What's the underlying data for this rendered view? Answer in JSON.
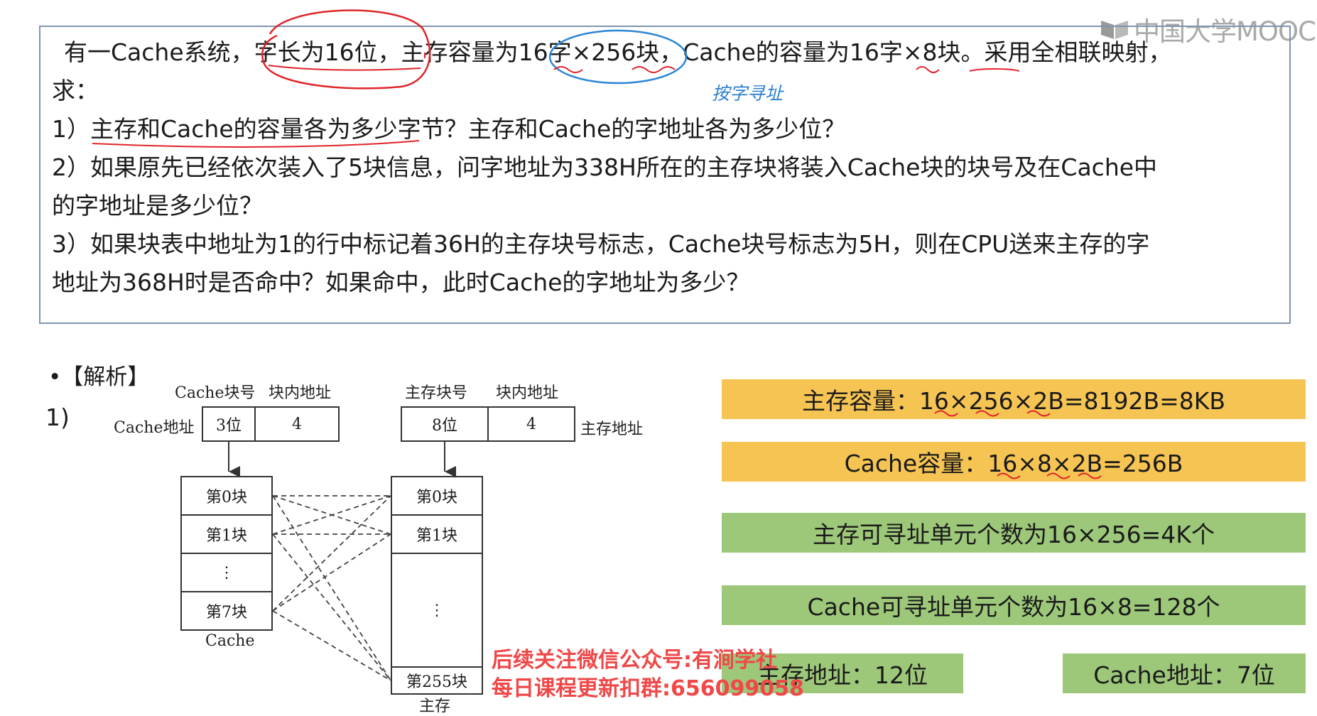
{
  "brand": {
    "logo_text": "中国大学MOOC"
  },
  "question": {
    "lines": [
      "有一Cache系统，字长为16位，主存容量为16字×256块，Cache的容量为16字×8块。采用全相联映射，",
      "求：",
      "1）主存和Cache的容量各为多少字节？主存和Cache的字地址各为多少位？",
      "2）如果原先已经依次装入了5块信息，问字地址为338H所在的主存块将装入Cache块的块号及在Cache中",
      "的字地址是多少位？",
      "3）如果块表中地址为1的行中标记着36H的主存块号标志，Cache块号标志为5H，则在CPU送来主存的字",
      "地址为368H时是否命中？如果命中，此时Cache的字地址为多少？"
    ],
    "handwritten_note": "按字寻址"
  },
  "analysis": {
    "heading": "•【解析】",
    "part_label": "1)"
  },
  "diagram": {
    "cache_header": {
      "block_no": "Cache块号",
      "offset": "块内地址"
    },
    "cache_addr_label": "Cache地址",
    "cache_fields": [
      "3位",
      "4"
    ],
    "main_header": {
      "block_no": "主存块号",
      "offset": "块内地址"
    },
    "main_addr_label": "主存地址",
    "main_fields": [
      "8位",
      "4"
    ],
    "cache_blocks": [
      "第0块",
      "第1块",
      "⋮",
      "第7块"
    ],
    "cache_caption": "Cache",
    "main_blocks": [
      "第0块",
      "第1块",
      "⋮",
      "第255块"
    ],
    "main_caption": "主存"
  },
  "results": {
    "main_capacity": "主存容量：16×256×2B=8192B=8KB",
    "cache_capacity": "Cache容量：16×8×2B=256B",
    "main_units": "主存可寻址单元个数为16×256=4K个",
    "cache_units": "Cache可寻址单元个数为16×8=128个",
    "main_addr": "主存地址：12位",
    "cache_addr": "Cache地址：7位"
  },
  "promo": {
    "line1": "后续关注微信公众号:有涧学社",
    "line2": "每日课程更新扣群:656099058"
  },
  "colors": {
    "yellow_bar": "#f6c453",
    "green_bar": "#9dc87a",
    "annotation_red": "#e0242a",
    "annotation_blue": "#2c86d6",
    "promo_red": "#f04848"
  }
}
